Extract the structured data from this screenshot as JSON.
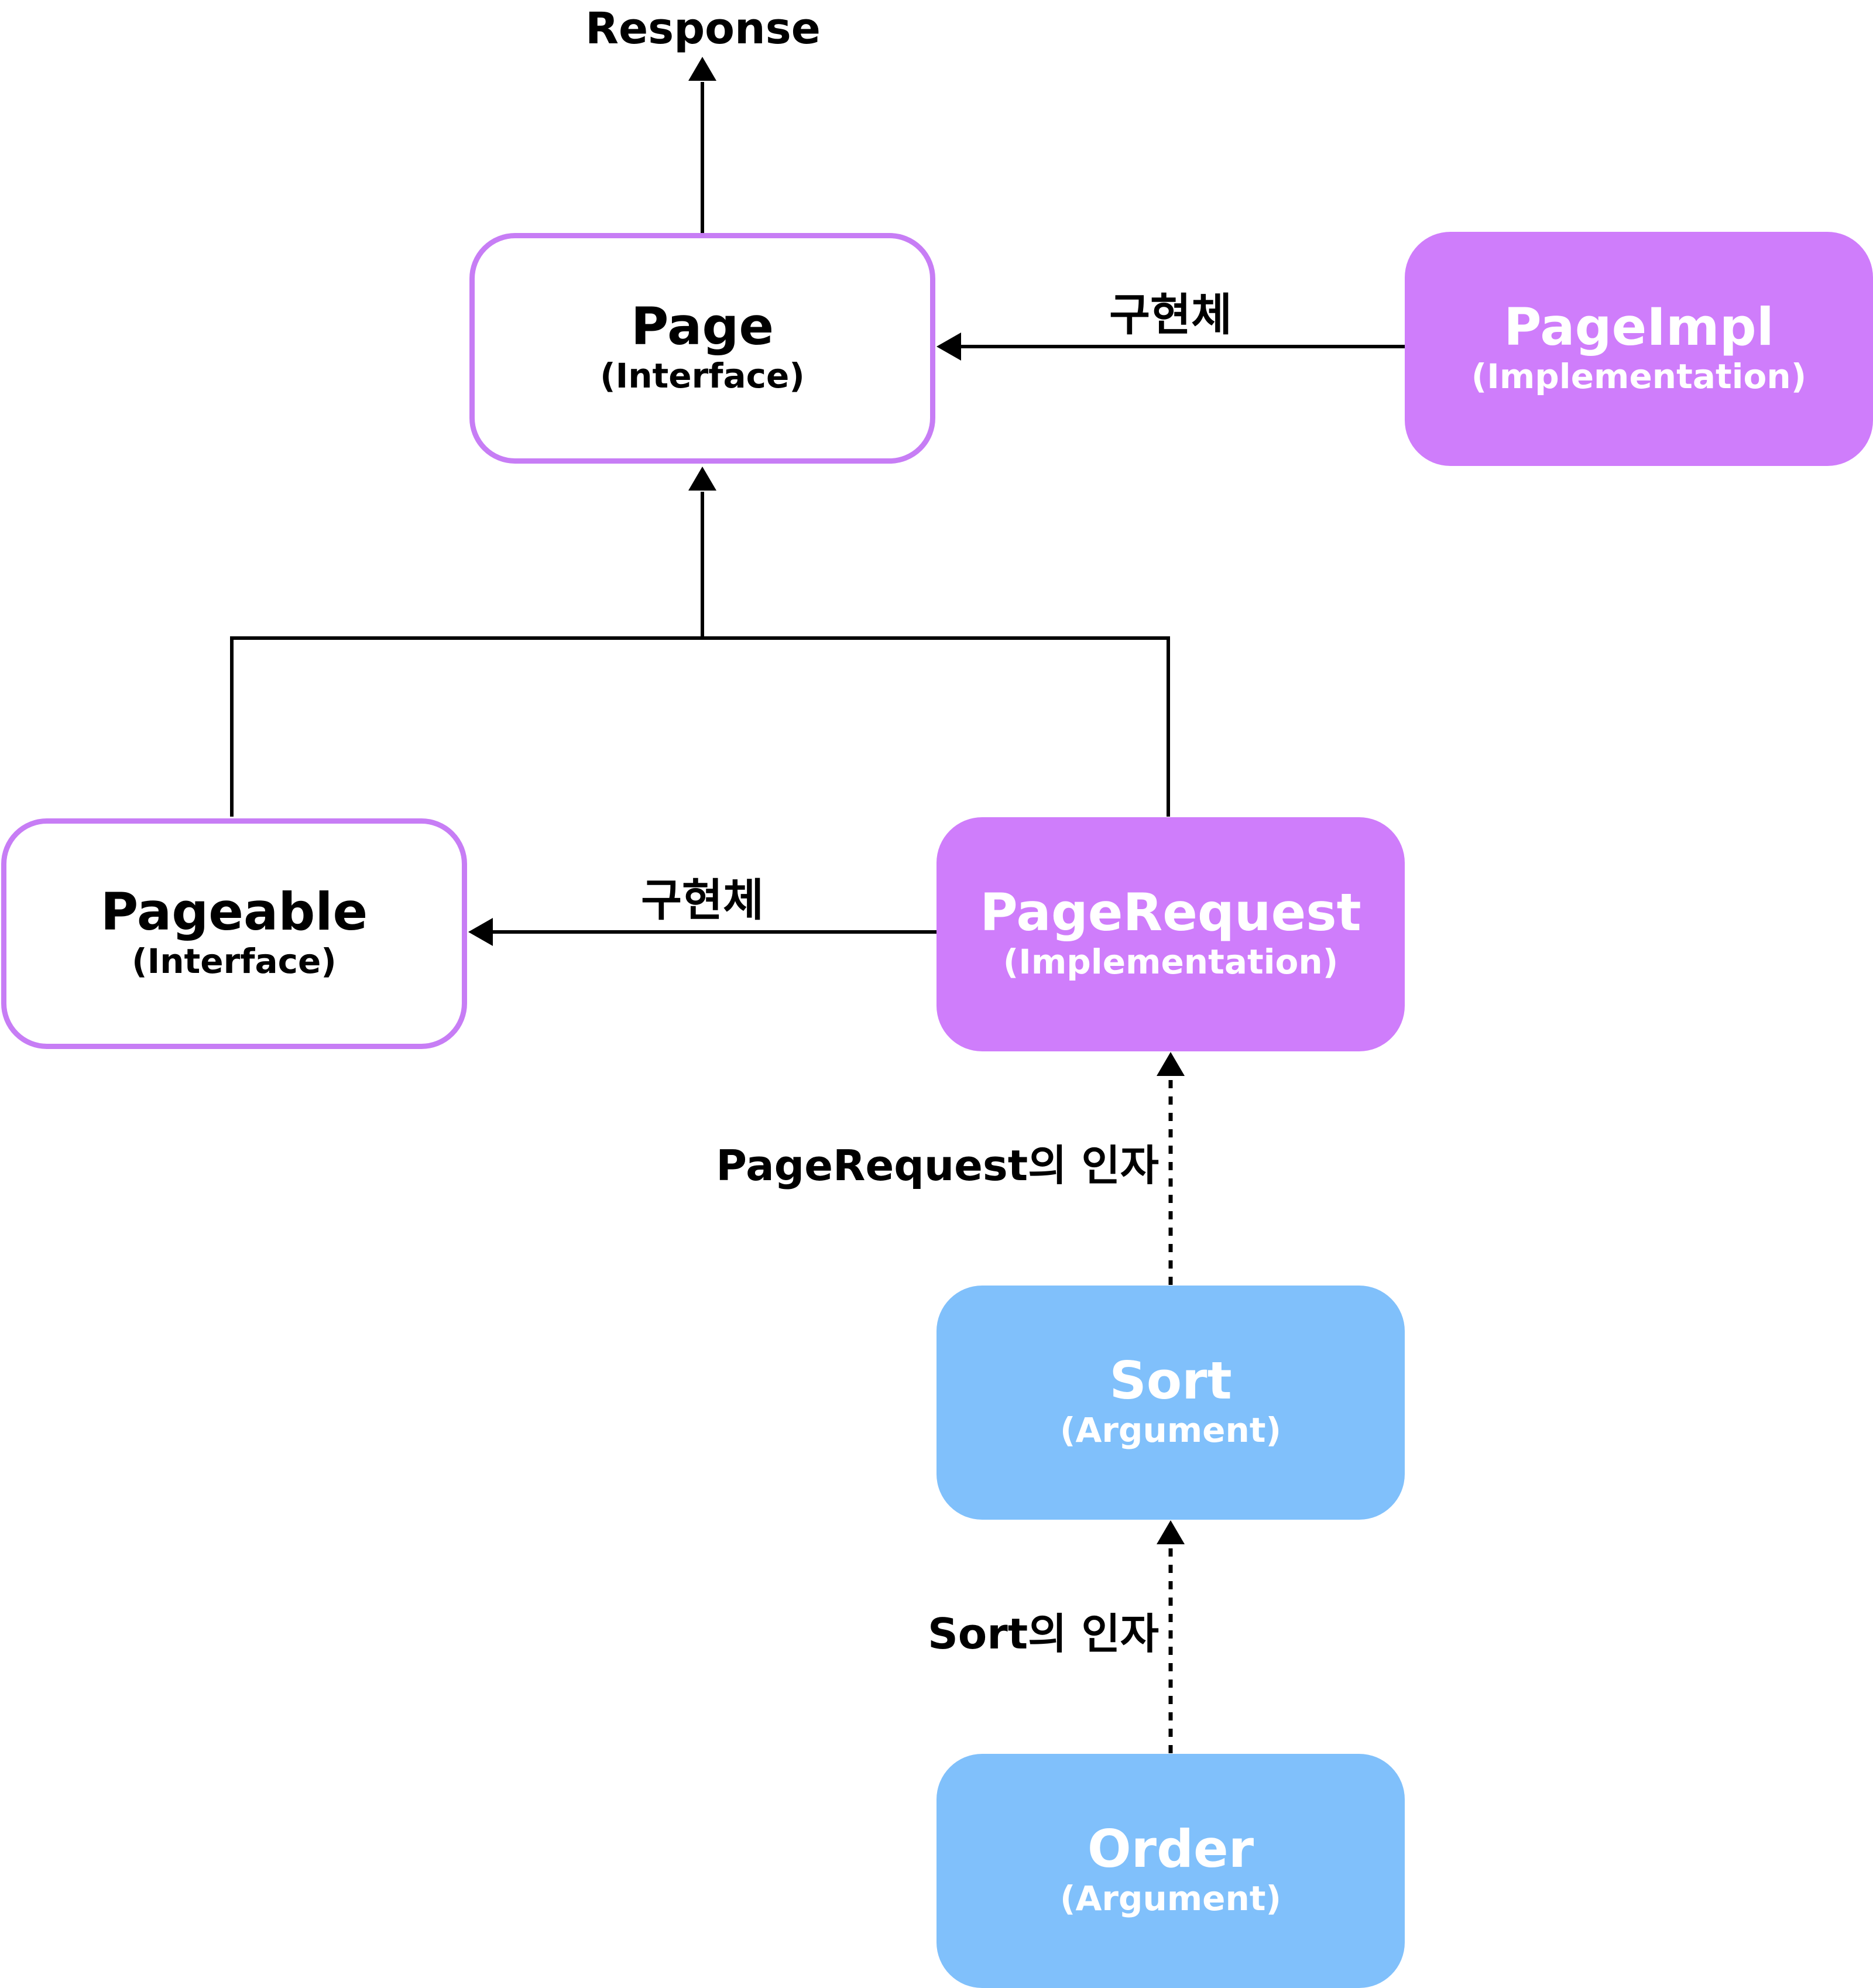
{
  "top_label": "Response",
  "nodes": {
    "page": {
      "title": "Page",
      "subtitle": "(Interface)"
    },
    "page_impl": {
      "title": "PageImpl",
      "subtitle": "(Implementation)"
    },
    "pageable": {
      "title": "Pageable",
      "subtitle": "(Interface)"
    },
    "page_request": {
      "title": "PageRequest",
      "subtitle": "(Implementation)"
    },
    "sort": {
      "title": "Sort",
      "subtitle": "(Argument)"
    },
    "order": {
      "title": "Order",
      "subtitle": "(Argument)"
    }
  },
  "edge_labels": {
    "page_impl_to_page": "구현체",
    "page_request_to_pageable": "구현체",
    "sort_to_page_request": "PageRequest의 인자",
    "order_to_sort": "Sort의 인자"
  },
  "colors": {
    "interface_border": "#c77df5",
    "implementation_fill": "#cf7dfb",
    "argument_fill": "#80c0fb",
    "line": "#000000"
  }
}
